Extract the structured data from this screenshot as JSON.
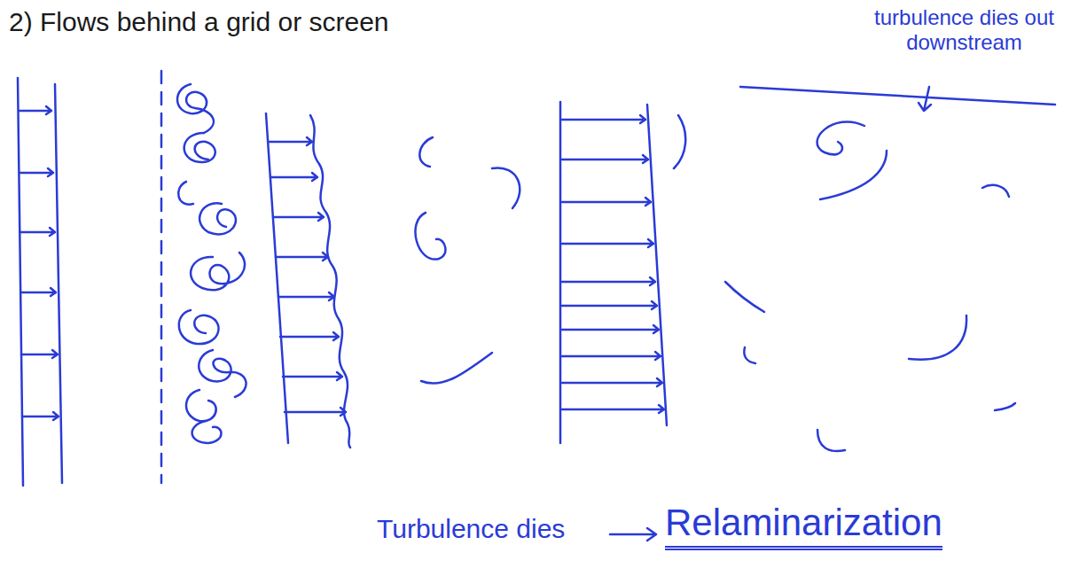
{
  "diagram": {
    "title": "2) Flows behind a grid or screen",
    "labels": [
      "turbulence dies out downstream",
      "Turbulence dies",
      "Relaminarization"
    ]
  }
}
